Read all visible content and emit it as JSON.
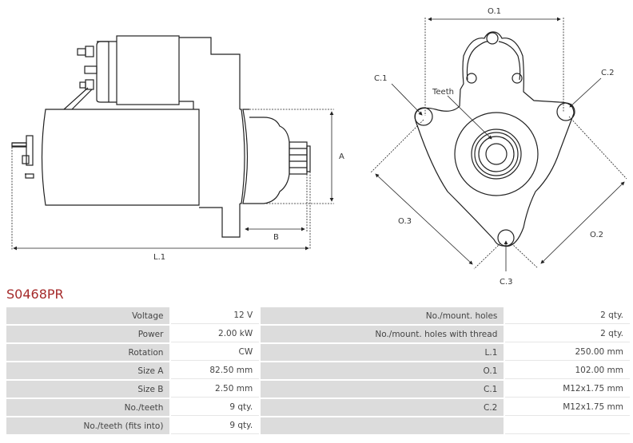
{
  "product_code": "S0468PR",
  "drawing_labels": {
    "a": "A",
    "b": "B",
    "l1": "L.1",
    "o1": "O.1",
    "o2": "O.2",
    "o3": "O.3",
    "c1": "C.1",
    "c2": "C.2",
    "c3": "C.3",
    "teeth": "Teeth"
  },
  "specs_left": [
    {
      "label": "Voltage",
      "value": "12 V"
    },
    {
      "label": "Power",
      "value": "2.00 kW"
    },
    {
      "label": "Rotation",
      "value": "CW"
    },
    {
      "label": "Size A",
      "value": "82.50 mm"
    },
    {
      "label": "Size B",
      "value": "2.50 mm"
    },
    {
      "label": "No./teeth",
      "value": "9 qty."
    },
    {
      "label": "No./teeth (fits into)",
      "value": "9 qty."
    }
  ],
  "specs_right": [
    {
      "label": "No./mount. holes",
      "value": "2 qty."
    },
    {
      "label": "No./mount. holes with thread",
      "value": "2 qty."
    },
    {
      "label": "L.1",
      "value": "250.00 mm"
    },
    {
      "label": "O.1",
      "value": "102.00 mm"
    },
    {
      "label": "C.1",
      "value": "M12x1.75 mm"
    },
    {
      "label": "C.2",
      "value": "M12x1.75 mm"
    },
    {
      "label": "",
      "value": ""
    }
  ],
  "colors": {
    "title": "#a52a2a",
    "label_bg": "#dcdcdc"
  }
}
